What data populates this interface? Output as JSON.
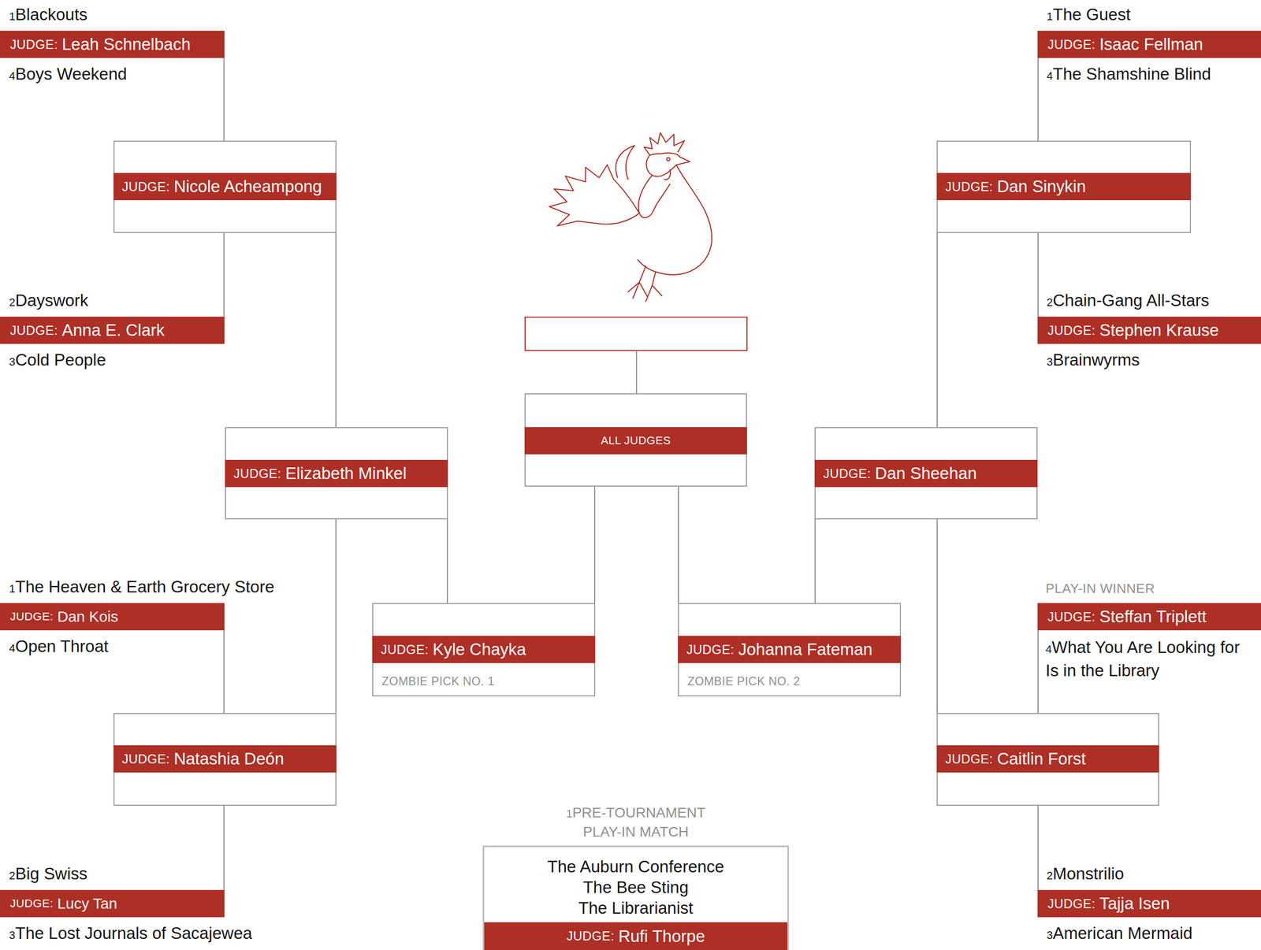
{
  "diagram": {
    "nodes": [
      {
        "text": [
          "1",
          "Blackouts",
          "JUDGE:",
          "Leah Schnelbach",
          "4",
          "Boys Weekend"
        ]
      },
      {
        "text": [
          "JUDGE:",
          "Nicole Acheampong"
        ]
      },
      {
        "text": [
          "2",
          "Dayswork",
          "JUDGE:",
          "Anna E. Clark",
          "3",
          "Cold People"
        ]
      },
      {
        "text": [
          "JUDGE:",
          "Elizabeth Minkel"
        ]
      },
      {
        "text": [
          "1",
          "The Heaven & Earth Grocery Store",
          "JUDGE:",
          "Dan Kois",
          "4",
          "Open Throat"
        ]
      },
      {
        "text": [
          "JUDGE:",
          "Natashia Deón"
        ]
      },
      {
        "text": [
          "2",
          "Big Swiss",
          "JUDGE:",
          "Lucy Tan",
          "3",
          "The Lost Journals of Sacajewea"
        ]
      },
      {
        "text": [
          "JUDGE:",
          "Kyle Chayka",
          "ZOMBIE PICK NO. 1"
        ]
      },
      {
        "text": [
          "ALL JUDGES"
        ]
      },
      {
        "text": [
          "JUDGE:",
          "Johanna Fateman",
          "ZOMBIE PICK NO. 2"
        ]
      },
      {
        "text": [
          "1",
          "The Guest",
          "JUDGE:",
          "Isaac Fellman",
          "4",
          "The Shamshine Blind"
        ]
      },
      {
        "text": [
          "JUDGE:",
          "Dan Sinykin"
        ]
      },
      {
        "text": [
          "2",
          "Chain-Gang All-Stars",
          "JUDGE:",
          "Stephen Krause",
          "3",
          "Brainwyrms"
        ]
      },
      {
        "text": [
          "JUDGE:",
          "Dan Sheehan"
        ]
      },
      {
        "text": [
          "PLAY-IN WINNER",
          "JUDGE:",
          "Steffan Triplett",
          "4",
          "What You Are Looking for Is in the Library"
        ]
      },
      {
        "text": [
          "JUDGE:",
          "Caitlin Forst"
        ]
      },
      {
        "text": [
          "2",
          "Monstrilio",
          "JUDGE:",
          "Tajja Isen",
          "3",
          "American Mermaid"
        ]
      },
      {
        "text": [
          "1",
          "PRE-TOURNAMENT PLAY-IN MATCH",
          "The Auburn Conference",
          "The Bee Sting",
          "The Librarianist",
          "JUDGE:",
          "Rufi Thorpe"
        ]
      }
    ],
    "edges": [
      {
        "from": 0,
        "to": 1,
        "arrow": "none"
      },
      {
        "from": 2,
        "to": 1,
        "arrow": "none"
      },
      {
        "from": 1,
        "to": 3,
        "arrow": "none"
      },
      {
        "from": 5,
        "to": 3,
        "arrow": "none"
      },
      {
        "from": 4,
        "to": 5,
        "arrow": "none"
      },
      {
        "from": 6,
        "to": 5,
        "arrow": "none"
      },
      {
        "from": 3,
        "to": 7,
        "arrow": "none"
      },
      {
        "from": 7,
        "to": 8,
        "arrow": "none"
      },
      {
        "from": 10,
        "to": 11,
        "arrow": "none"
      },
      {
        "from": 12,
        "to": 11,
        "arrow": "none"
      },
      {
        "from": 11,
        "to": 13,
        "arrow": "none"
      },
      {
        "from": 15,
        "to": 13,
        "arrow": "none"
      },
      {
        "from": 14,
        "to": 15,
        "arrow": "none"
      },
      {
        "from": 16,
        "to": 15,
        "arrow": "none"
      },
      {
        "from": 13,
        "to": 9,
        "arrow": "none"
      },
      {
        "from": 9,
        "to": 8,
        "arrow": "none"
      }
    ]
  }
}
